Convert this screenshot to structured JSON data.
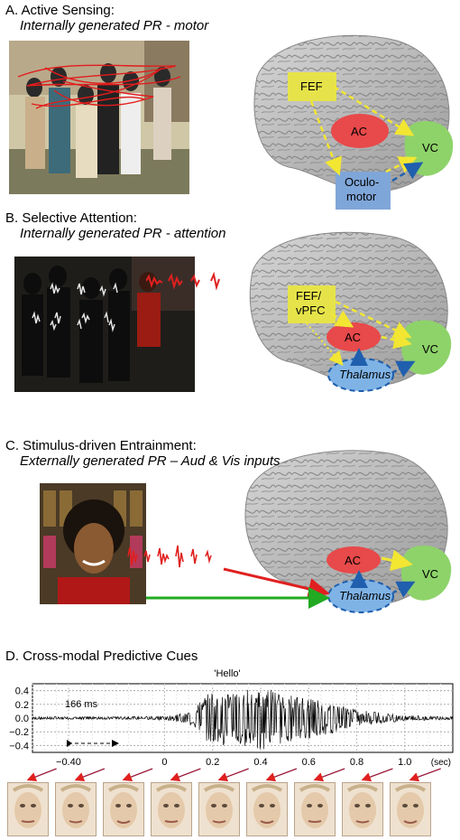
{
  "panels": {
    "a": {
      "title": "A.  Active Sensing:",
      "subtitle": "Internally generated PR - motor"
    },
    "b": {
      "title": "B.  Selective Attention:",
      "subtitle": "Internally generated PR - attention"
    },
    "c": {
      "title": "C.  Stimulus-driven Entrainment:",
      "subtitle": "Externally generated PR – Aud & Vis inputs"
    },
    "d": {
      "title": "D.  Cross-modal Predictive Cues"
    }
  },
  "labels": {
    "fef": "FEF",
    "ac": "AC",
    "vc": "VC",
    "oculo1": "Oculo-",
    "oculo2": "motor",
    "fefv1": "FEF/",
    "fefv2": "vPFC",
    "thalamus": "Thalamus"
  },
  "colors": {
    "fef": "#e6e34a",
    "ac": "#e8494a",
    "vc": "#8ed36a",
    "oculo": "#7fa6d9",
    "thalamus": "#7fb3e6",
    "dash_yellow": "#f2e632",
    "dash_blue": "#1f5fae",
    "arrow_red": "#e02020",
    "arrow_green": "#22aa22"
  },
  "chart_data": {
    "type": "line",
    "title": "'Hello'",
    "xlabel": "",
    "ylabel": "",
    "xlim": [
      -0.55,
      1.2
    ],
    "ylim": [
      -0.5,
      0.5
    ],
    "x_ticks": [
      "−0.40",
      "0",
      "0.2",
      "0.4",
      "0.6",
      "0.8",
      "1.0"
    ],
    "x_tick_values": [
      -0.4,
      0,
      0.2,
      0.4,
      0.6,
      0.8,
      1.0
    ],
    "x_unit": "(sec)",
    "y_ticks": [
      "0.4",
      "0.2",
      "0.0",
      "−0.2",
      "−0.4"
    ],
    "y_tick_values": [
      0.4,
      0.2,
      0.0,
      -0.2,
      -0.4
    ],
    "grid": true,
    "annotation": "166 ms",
    "series": [
      {
        "x": [
          -0.55,
          -0.2,
          0.0,
          0.1,
          0.2,
          0.3,
          0.4,
          0.5,
          0.6,
          0.7,
          0.8,
          0.9,
          1.0,
          1.1,
          1.2
        ],
        "envelope": [
          0.02,
          0.02,
          0.03,
          0.08,
          0.42,
          0.38,
          0.48,
          0.35,
          0.3,
          0.22,
          0.12,
          0.08,
          0.04,
          0.03,
          0.02
        ]
      }
    ]
  }
}
